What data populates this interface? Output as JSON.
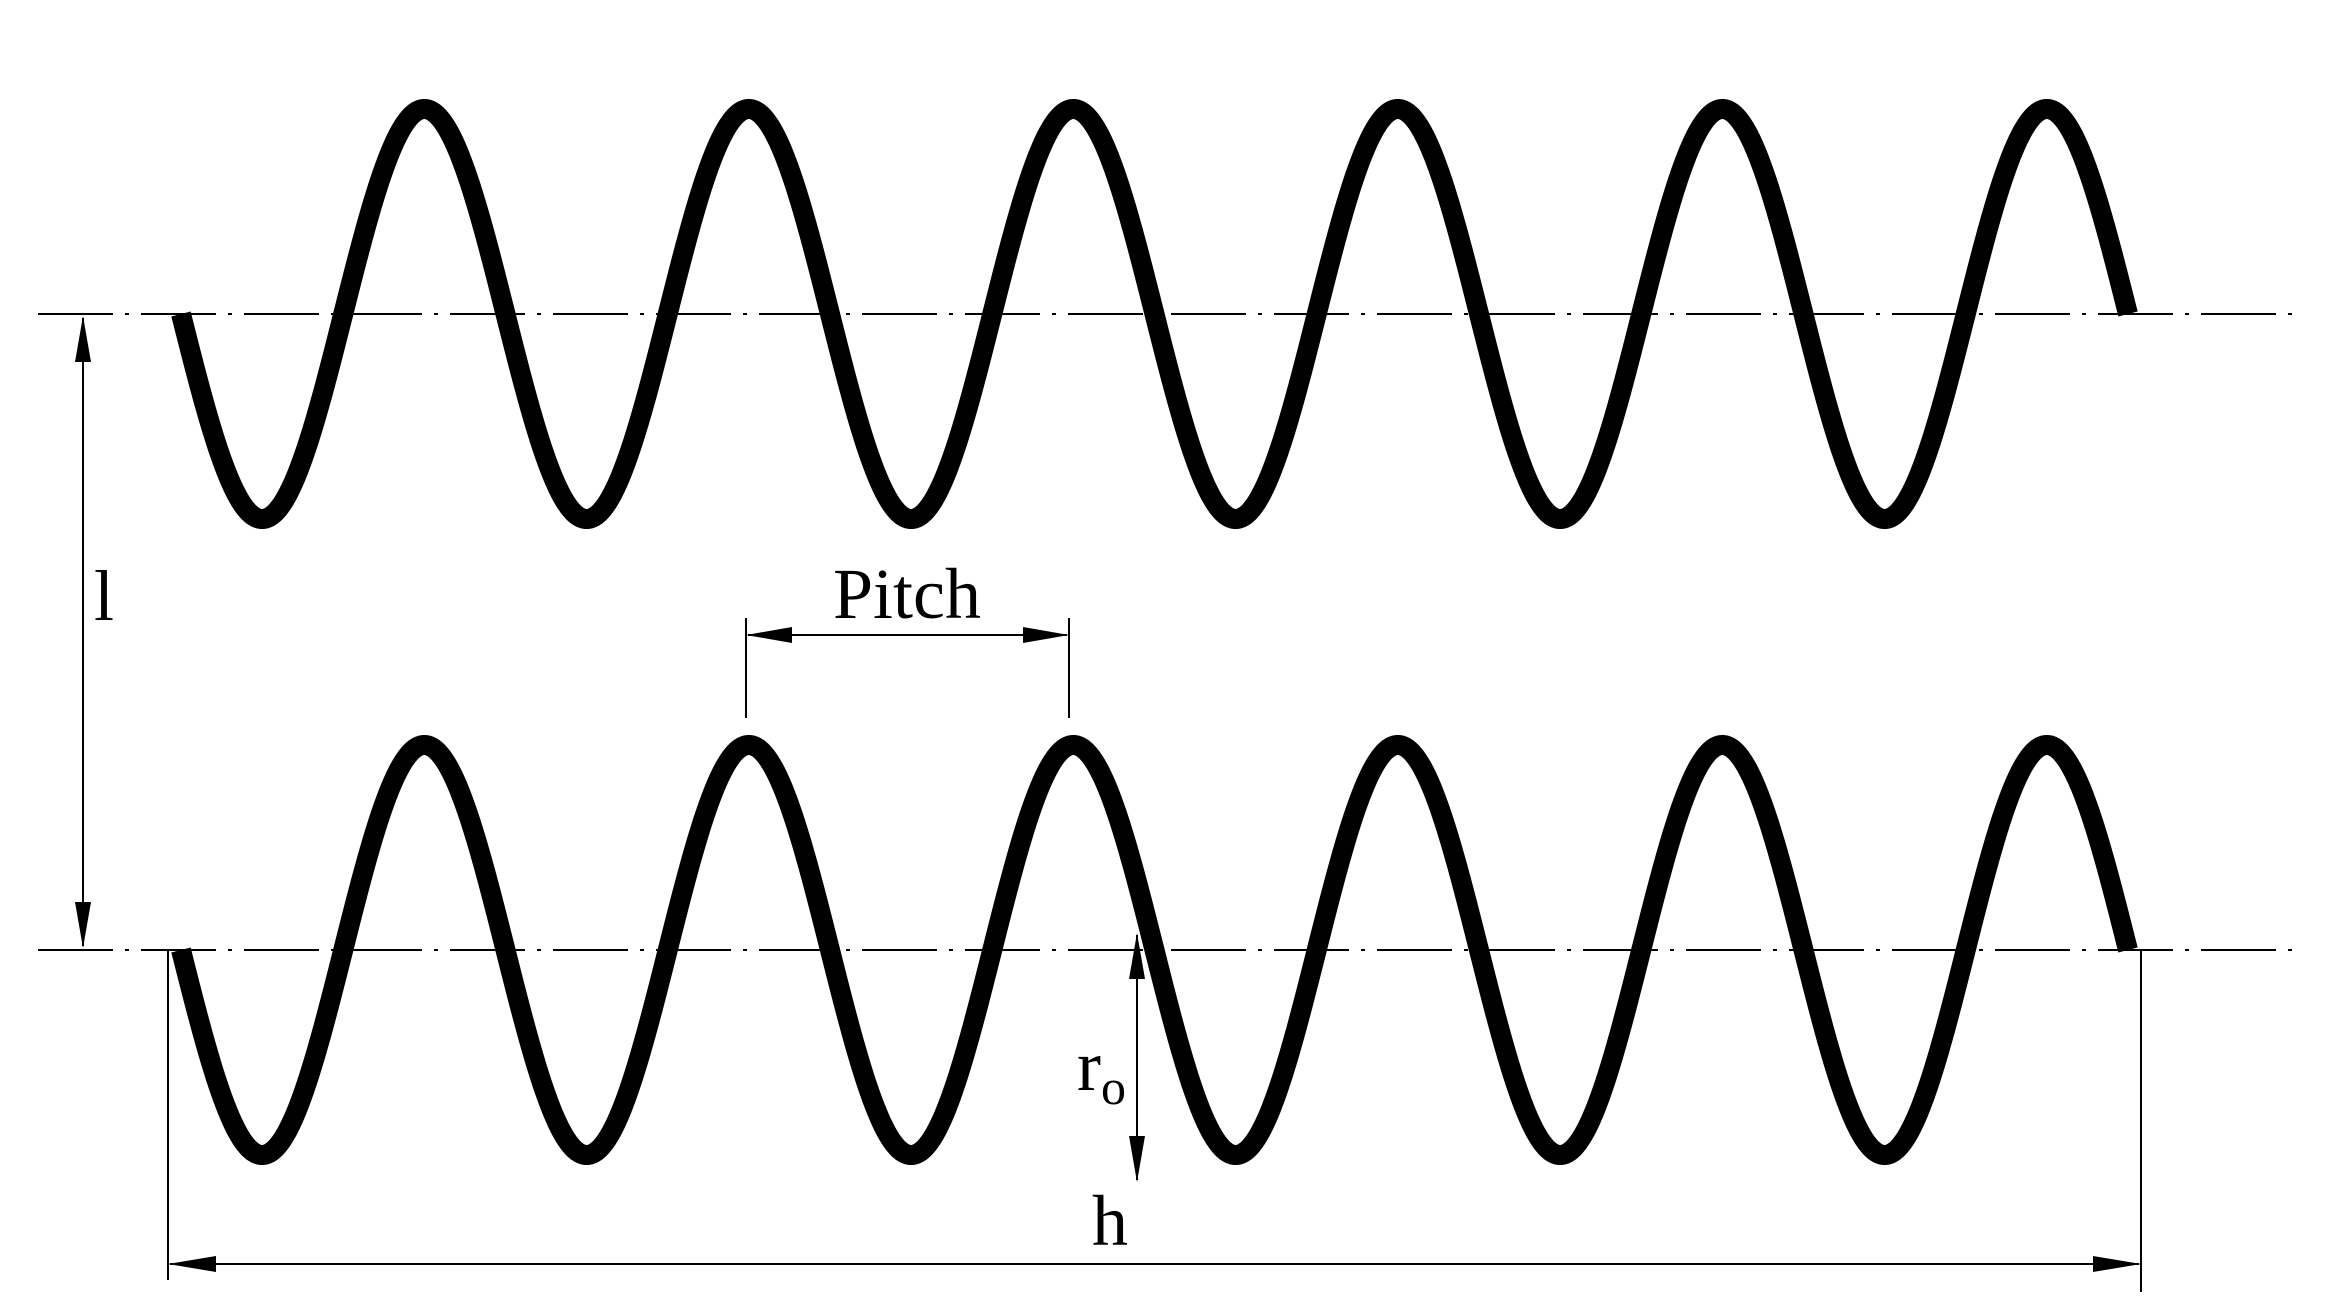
{
  "figure": {
    "labels": {
      "pitch": "Pitch",
      "spacing": "l",
      "radius": "r",
      "radius_subscript": "o",
      "height": "h"
    },
    "coil_turns": 6,
    "coil_rows": 2,
    "colors": {
      "stroke": "#000000",
      "background": "#ffffff"
    }
  }
}
